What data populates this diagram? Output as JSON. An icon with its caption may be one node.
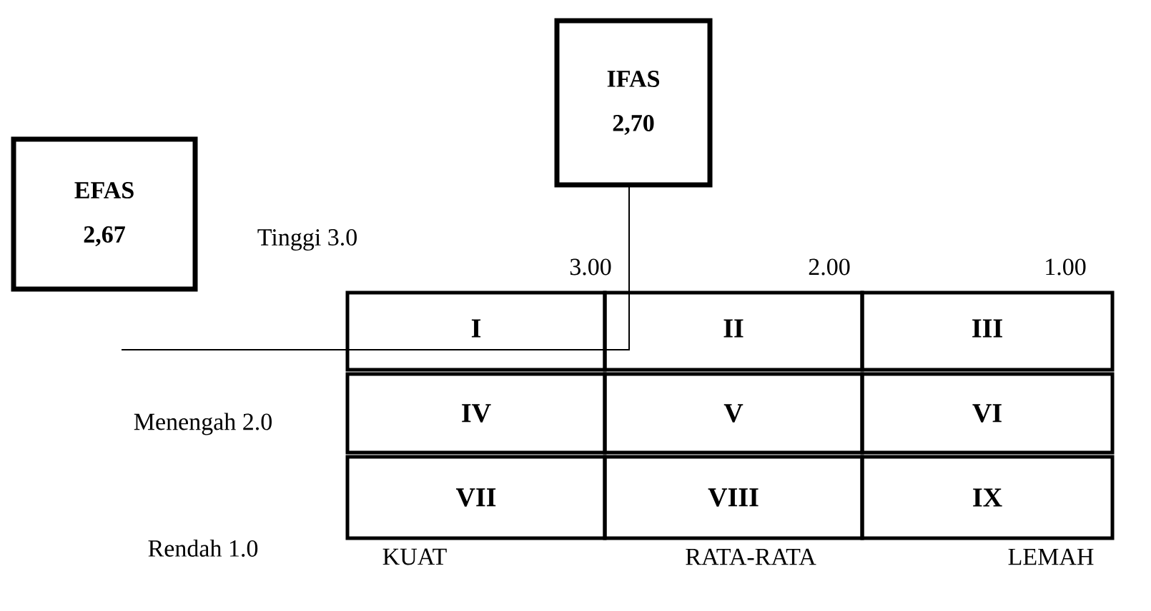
{
  "diagram": {
    "nodes": [
      {
        "text": [
          "EFAS",
          "2,67"
        ]
      },
      {
        "text": [
          "IFAS",
          "2,70"
        ]
      },
      {
        "text": [
          "I"
        ]
      },
      {
        "text": [
          "II"
        ]
      },
      {
        "text": [
          "III"
        ]
      },
      {
        "text": [
          "IV"
        ]
      },
      {
        "text": [
          "V"
        ]
      },
      {
        "text": [
          "VI"
        ]
      },
      {
        "text": [
          "VII"
        ]
      },
      {
        "text": [
          "VIII"
        ]
      },
      {
        "text": [
          "IX"
        ]
      }
    ],
    "labels": [
      "Tinggi 3.0",
      "3.00",
      "2.00",
      "1.00",
      "Menengah 2.0",
      "Rendah 1.0",
      "KUAT",
      "RATA-RATA",
      "LEMAH"
    ]
  }
}
